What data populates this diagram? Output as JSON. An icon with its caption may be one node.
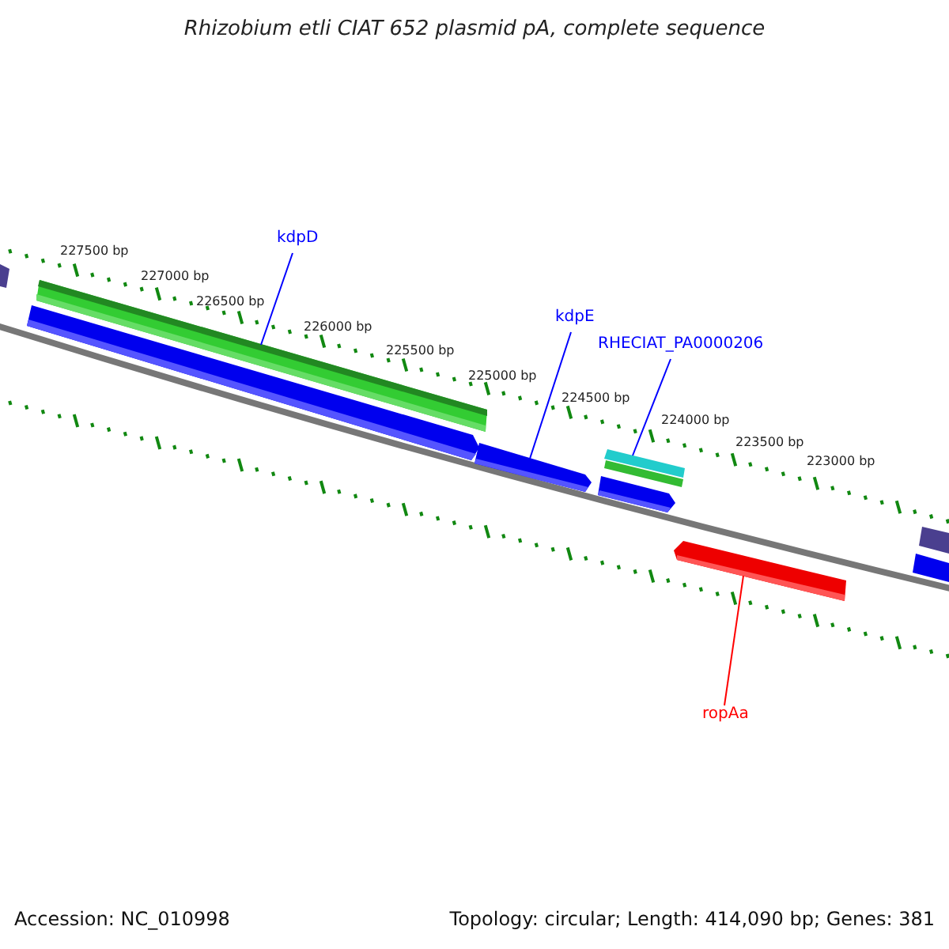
{
  "diagram": {
    "title": "Rhizobium etli CIAT 652 plasmid pA, complete sequence",
    "nodes": [
      {
        "text": [
          "kdpD"
        ]
      },
      {
        "text": [
          "kdpE"
        ]
      },
      {
        "text": [
          "RHECIAT_PA0000206"
        ]
      },
      {
        "text": [
          "ropAa"
        ]
      },
      {
        "text": [],
        "shape": "bar"
      },
      {
        "text": [],
        "shape": "bar"
      },
      {
        "text": [],
        "shape": "bar"
      },
      {
        "text": [],
        "shape": "bar"
      }
    ],
    "edges": [
      {
        "from": 0,
        "to": 4,
        "arrow": "none"
      },
      {
        "from": 1,
        "to": 5,
        "arrow": "none"
      },
      {
        "from": 2,
        "to": 6,
        "arrow": "none"
      },
      {
        "from": 3,
        "to": 7,
        "arrow": "none",
        "color": "#ff0000"
      }
    ],
    "labels": [
      "227500 bp",
      "227000 bp",
      "226500 bp",
      "226000 bp",
      "225500 bp",
      "225000 bp",
      "224500 bp",
      "224000 bp",
      "223500 bp",
      "223000 bp",
      "Accession: NC_010998",
      "Topology: circular; Length: 414,090 bp; Genes: 381"
    ]
  }
}
